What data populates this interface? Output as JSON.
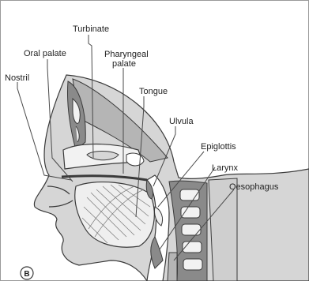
{
  "labels": {
    "turbinate": "Turbinate",
    "oral_palate": "Oral palate",
    "pharyngeal_palate_line1": "Pharyngeal",
    "pharyngeal_palate_line2": "palate",
    "tongue": "Tongue",
    "nostril": "Nostril",
    "uvula": "Ulvula",
    "epiglottis": "Epiglottis",
    "larynx": "Larynx",
    "oesophagus": "Oesophagus"
  },
  "panel_letter": "B",
  "colors": {
    "skin": "#d6d6d6",
    "tissue_dark": "#8a8a8a",
    "bone": "#f2f2f2",
    "outline": "#3a3a3a",
    "background": "#ffffff"
  }
}
